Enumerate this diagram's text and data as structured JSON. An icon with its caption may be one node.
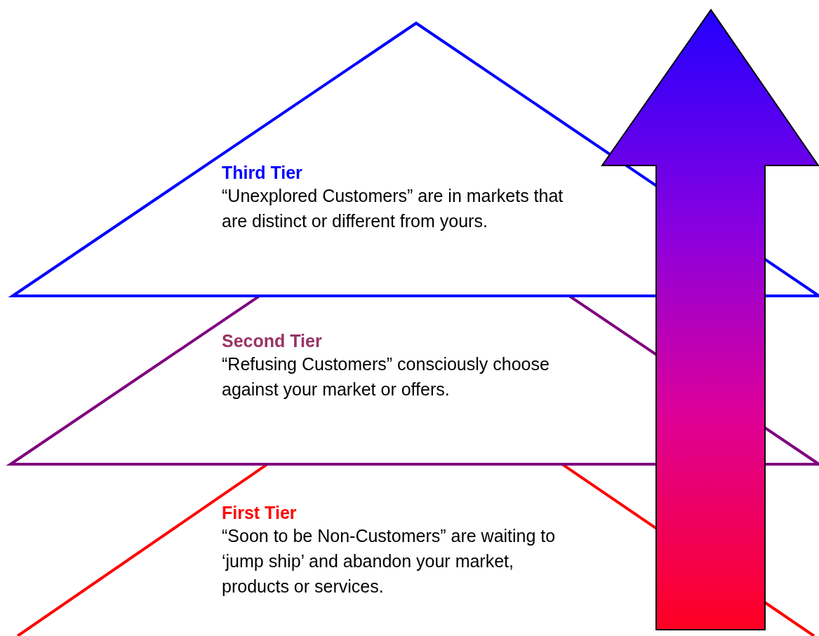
{
  "diagram": {
    "nodes": [
      {
        "text": [
          "Third Tier",
          "“Unexplored Customers” are in markets that are distinct or different from yours."
        ]
      },
      {
        "text": [
          "Second Tier",
          "“Refusing Customers” consciously choose against your market or offers."
        ]
      },
      {
        "text": [
          "First Tier",
          "“Soon to be Non-Customers” are waiting to ‘jump ship’ and abandon your market, products or services."
        ]
      }
    ],
    "edges": [
      {
        "from": 2,
        "to": 0,
        "arrow": "to",
        "style": "thick"
      }
    ]
  }
}
